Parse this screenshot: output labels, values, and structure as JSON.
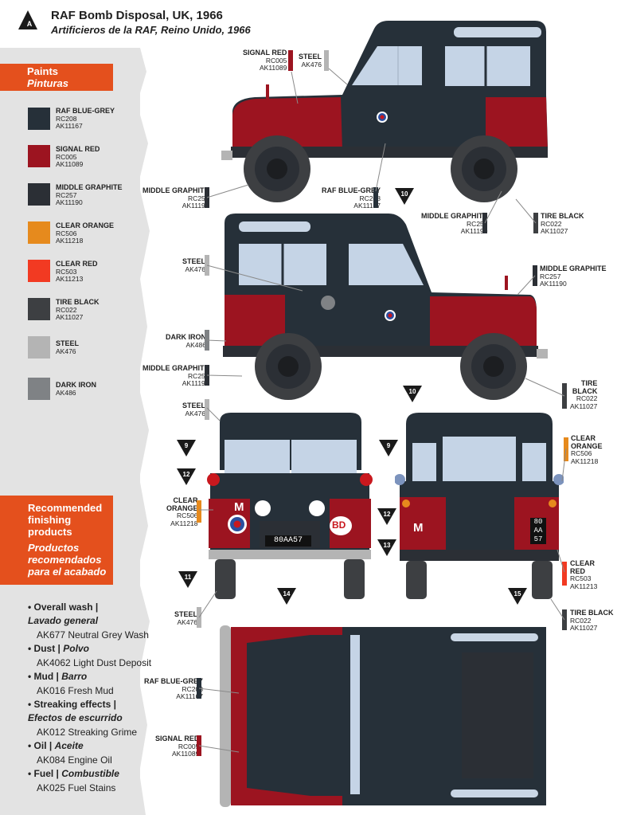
{
  "header": {
    "badge": "A",
    "title": "RAF Bomb Disposal, UK, 1966",
    "subtitle": "Artificieros de la RAF, Reino Unido, 1966"
  },
  "colors": {
    "raf_blue_grey": "#263039",
    "signal_red": "#9c1420",
    "middle_graphite": "#2b2f35",
    "clear_orange": "#e68a1d",
    "clear_red": "#f23a22",
    "tire_black": "#3d3f42",
    "steel": "#b4b4b4",
    "dark_iron": "#7f8285",
    "accent": "#e4501d"
  },
  "paints_panel": {
    "title": "Paints",
    "subtitle": "Pinturas",
    "items": [
      {
        "name": "RAF BLUE-GREY",
        "rc": "RC208",
        "ak": "AK11167",
        "color": "#263039"
      },
      {
        "name": "SIGNAL RED",
        "rc": "RC005",
        "ak": "AK11089",
        "color": "#9c1420"
      },
      {
        "name": "MIDDLE GRAPHITE",
        "rc": "RC257",
        "ak": "AK11190",
        "color": "#2b2f35"
      },
      {
        "name": "CLEAR ORANGE",
        "rc": "RC506",
        "ak": "AK11218",
        "color": "#e68a1d"
      },
      {
        "name": "CLEAR RED",
        "rc": "RC503",
        "ak": "AK11213",
        "color": "#f23a22"
      },
      {
        "name": "TIRE BLACK",
        "rc": "RC022",
        "ak": "AK11027",
        "color": "#3d3f42"
      },
      {
        "name": "STEEL",
        "rc": "AK476",
        "ak": "",
        "color": "#b4b4b4"
      },
      {
        "name": "DARK IRON",
        "rc": "AK486",
        "ak": "",
        "color": "#7f8285"
      }
    ]
  },
  "finishing": {
    "title_en": [
      "Recommended",
      "finishing",
      "products"
    ],
    "title_es": [
      "Productos",
      "recomendados",
      "para el acabado"
    ],
    "items": [
      {
        "en": "Overall wash |",
        "es": "Lavado general",
        "product": "AK677 Neutral Grey Wash"
      },
      {
        "en": "Dust |",
        "es": "Polvo",
        "product": "AK4062 Light Dust Deposit"
      },
      {
        "en": "Mud |",
        "es": "Barro",
        "product": "AK016 Fresh Mud"
      },
      {
        "en": "Streaking effects |",
        "es": "Efectos de escurrido",
        "product": "AK012 Streaking Grime"
      },
      {
        "en": "Oil |",
        "es": "Aceite",
        "product": "AK084 Engine Oil"
      },
      {
        "en": "Fuel |",
        "es": "Combustible",
        "product": "AK025 Fuel Stains"
      }
    ]
  },
  "plates": {
    "front": "80AA57",
    "rear": [
      "80",
      "AA",
      "57"
    ]
  },
  "vehicle_marks": {
    "m": "M",
    "bd": "BD"
  },
  "callouts": {
    "v1_signal_red": {
      "name": "SIGNAL RED",
      "rc": "RC005",
      "ak": "AK11089"
    },
    "v1_steel": {
      "name": "STEEL",
      "rc": "AK476"
    },
    "v1_middle_graphite": {
      "name": "MIDDLE GRAPHITE",
      "rc": "RC257",
      "ak": "AK11190"
    },
    "v1_raf_blue_grey": {
      "name": "RAF BLUE-GREY",
      "rc": "RC208",
      "ak": "AK11167"
    },
    "v1_middle_graphite_2": {
      "name": "MIDDLE GRAPHITE",
      "rc": "RC257",
      "ak": "AK11190"
    },
    "v1_tire_black": {
      "name": "TIRE BLACK",
      "rc": "RC022",
      "ak": "AK11027"
    },
    "v2_steel": {
      "name": "STEEL",
      "rc": "AK476"
    },
    "v2_middle_graphite": {
      "name": "MIDDLE GRAPHITE",
      "rc": "RC257",
      "ak": "AK11190"
    },
    "v2_dark_iron": {
      "name": "DARK IRON",
      "rc": "AK486"
    },
    "v2_middle_graphite_2": {
      "name": "MIDDLE GRAPHITE",
      "rc": "RC257",
      "ak": "AK11190"
    },
    "v2_tire_black": {
      "name1": "TIRE",
      "name2": "BLACK",
      "rc": "RC022",
      "ak": "AK11027"
    },
    "v3_steel": {
      "name": "STEEL",
      "rc": "AK476"
    },
    "v3_clear_orange": {
      "name1": "CLEAR",
      "name2": "ORANGE",
      "rc": "RC506",
      "ak": "AK11218"
    },
    "v3_steel_2": {
      "name": "STEEL",
      "rc": "AK476"
    },
    "v4_clear_orange": {
      "name1": "CLEAR",
      "name2": "ORANGE",
      "rc": "RC506",
      "ak": "AK11218"
    },
    "v4_clear_red": {
      "name1": "CLEAR",
      "name2": "RED",
      "rc": "RC503",
      "ak": "AK11213"
    },
    "v4_tire_black": {
      "name": "TIRE BLACK",
      "rc": "RC022",
      "ak": "AK11027"
    },
    "v5_raf_blue_grey": {
      "name": "RAF BLUE-GREY",
      "rc": "RC208",
      "ak": "AK11167"
    },
    "v5_signal_red": {
      "name": "SIGNAL RED",
      "rc": "RC005",
      "ak": "AK11089"
    }
  },
  "markers": [
    "10",
    "10",
    "9",
    "9",
    "12",
    "12",
    "11",
    "13",
    "14",
    "15"
  ]
}
